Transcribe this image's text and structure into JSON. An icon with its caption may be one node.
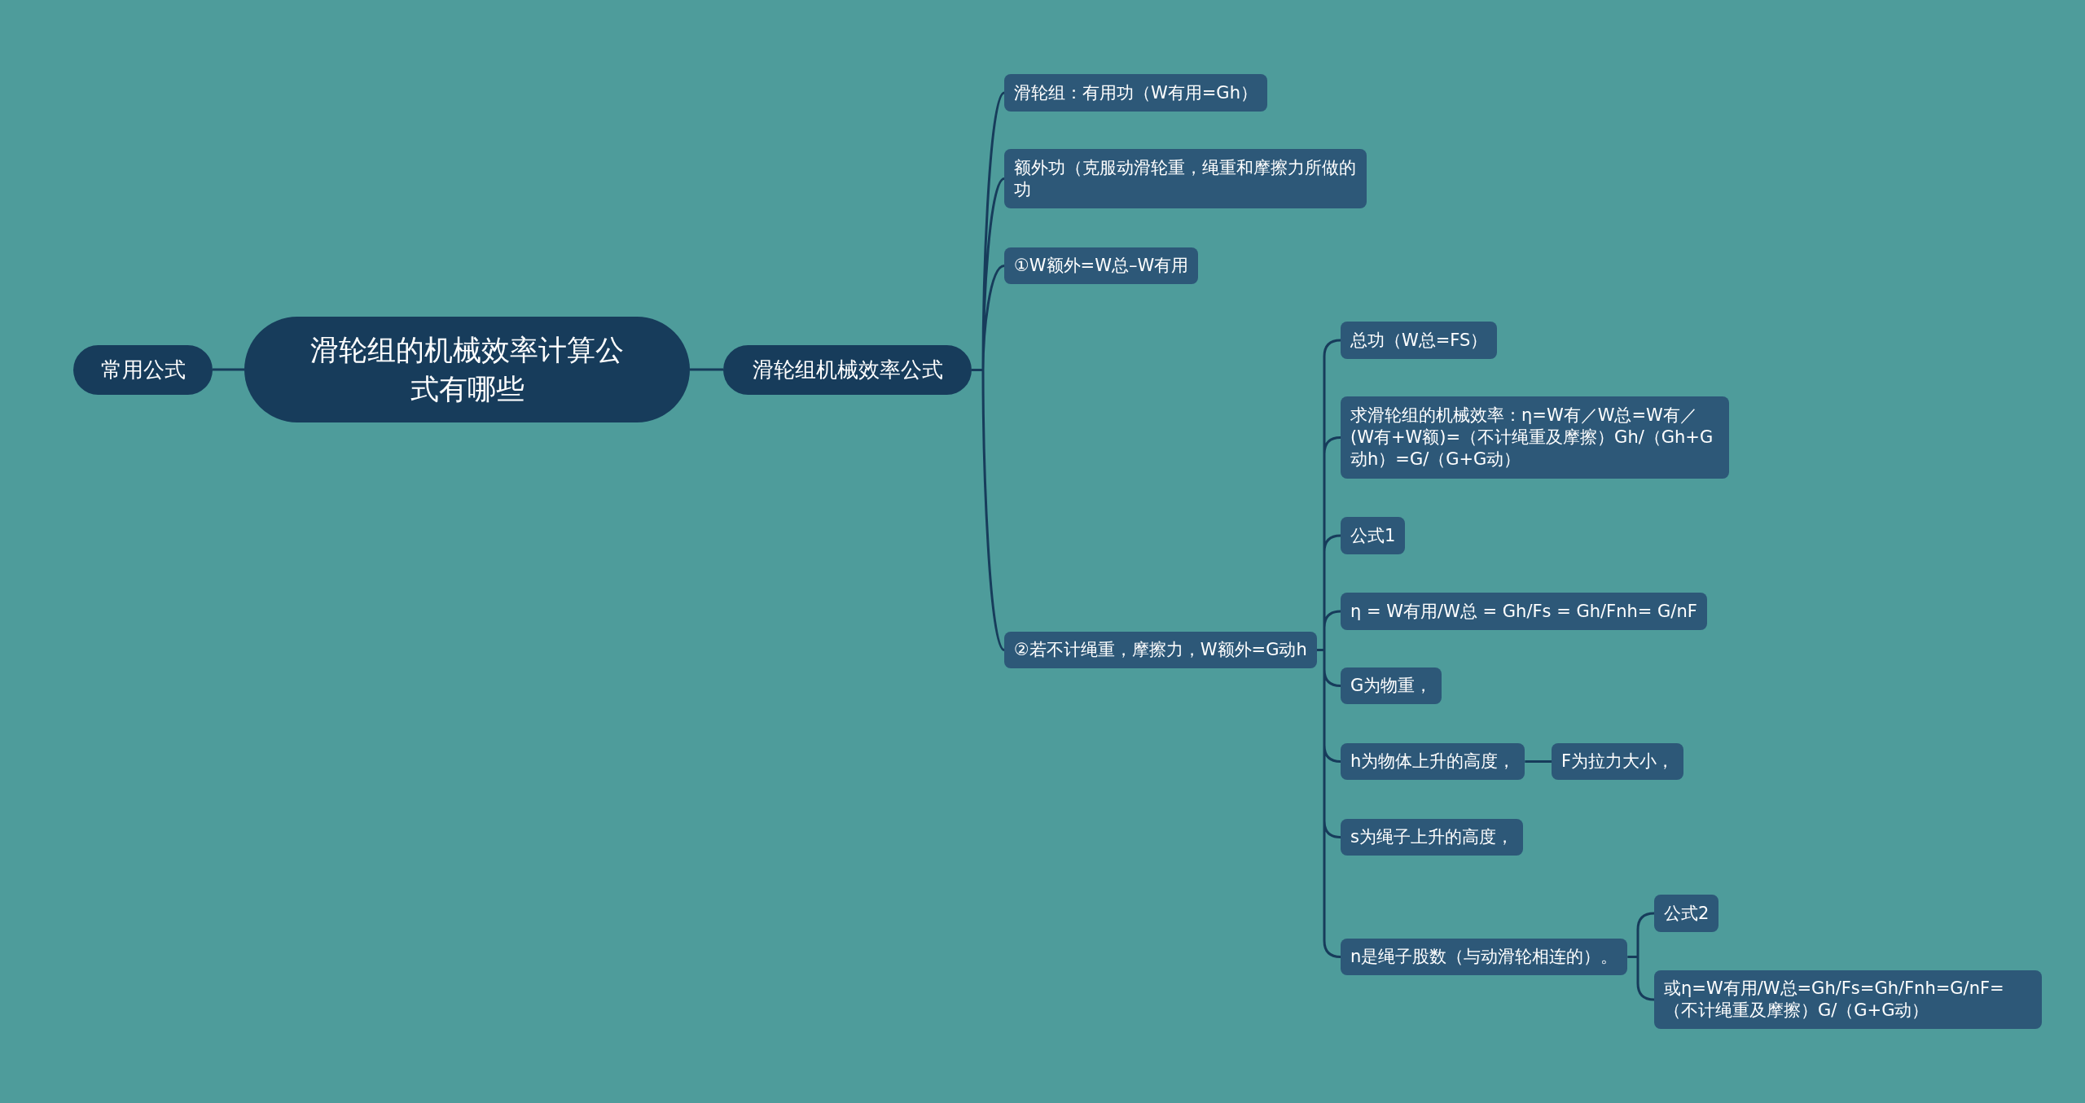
{
  "diagram": {
    "nodes": [
      {
        "text": [
          "滑轮组的机械效率计算公式有哪些"
        ]
      },
      {
        "text": [
          "常用公式"
        ]
      },
      {
        "text": [
          "滑轮组机械效率公式"
        ]
      },
      {
        "text": [
          "滑轮组：有用功（W有用=Gh）"
        ]
      },
      {
        "text": [
          "额外功（克服动滑轮重，绳重和摩擦力所做的功"
        ]
      },
      {
        "text": [
          "①W额外=W总–W有用"
        ]
      },
      {
        "text": [
          "②若不计绳重，摩擦力，W额外=G动h"
        ]
      },
      {
        "text": [
          "总功（W总=FS）"
        ]
      },
      {
        "text": [
          "求滑轮组的机械效率：η=W有／W总=W有／(W有+W额)=（不计绳重及摩擦）Gh/（Gh+G动h）=G/（G+G动）"
        ]
      },
      {
        "text": [
          "公式1"
        ]
      },
      {
        "text": [
          "η = W有用/W总 = Gh/Fs = Gh/Fnh= G/nF"
        ]
      },
      {
        "text": [
          "G为物重，"
        ]
      },
      {
        "text": [
          "h为物体上升的高度，"
        ]
      },
      {
        "text": [
          "F为拉力大小，"
        ]
      },
      {
        "text": [
          "s为绳子上升的高度，"
        ]
      },
      {
        "text": [
          "n是绳子股数（与动滑轮相连的）。"
        ]
      },
      {
        "text": [
          "公式2"
        ]
      },
      {
        "text": [
          "或η=W有用/W总=Gh/Fs=Gh/Fnh=G/nF=（不计绳重及摩擦）G/（G+G动）"
        ]
      }
    ],
    "edges": [
      {
        "from": 0,
        "to": 1,
        "arrow": "none"
      },
      {
        "from": 0,
        "to": 2,
        "arrow": "none"
      },
      {
        "from": 2,
        "to": 3,
        "arrow": "none"
      },
      {
        "from": 2,
        "to": 4,
        "arrow": "none"
      },
      {
        "from": 2,
        "to": 5,
        "arrow": "none"
      },
      {
        "from": 2,
        "to": 6,
        "arrow": "none"
      },
      {
        "from": 6,
        "to": 7,
        "arrow": "none"
      },
      {
        "from": 6,
        "to": 8,
        "arrow": "none"
      },
      {
        "from": 6,
        "to": 9,
        "arrow": "none"
      },
      {
        "from": 6,
        "to": 10,
        "arrow": "none"
      },
      {
        "from": 6,
        "to": 11,
        "arrow": "none"
      },
      {
        "from": 6,
        "to": 12,
        "arrow": "none"
      },
      {
        "from": 6,
        "to": 14,
        "arrow": "none"
      },
      {
        "from": 6,
        "to": 15,
        "arrow": "none"
      },
      {
        "from": 12,
        "to": 13,
        "arrow": "none"
      },
      {
        "from": 15,
        "to": 16,
        "arrow": "none"
      },
      {
        "from": 15,
        "to": 17,
        "arrow": "none"
      }
    ]
  }
}
